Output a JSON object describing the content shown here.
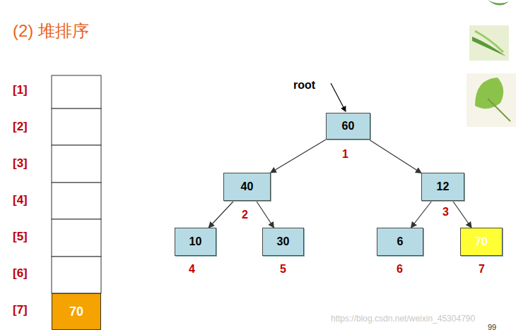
{
  "diagram": {
    "title": "(2) 堆排序",
    "nodes": [
      {
        "text": [
          "60"
        ]
      },
      {
        "text": [
          "40"
        ]
      },
      {
        "text": [
          "12"
        ]
      },
      {
        "text": [
          "10"
        ]
      },
      {
        "text": [
          "30"
        ]
      },
      {
        "text": [
          "6"
        ]
      },
      {
        "text": [
          "70"
        ]
      },
      {
        "text": [
          "70"
        ]
      }
    ],
    "edges": [
      {
        "from": 0,
        "to": 1,
        "arrow": "to"
      },
      {
        "from": 0,
        "to": 2,
        "arrow": "to"
      },
      {
        "from": 1,
        "to": 3,
        "arrow": "to"
      },
      {
        "from": 1,
        "to": 4,
        "arrow": "to"
      },
      {
        "from": 2,
        "to": 5,
        "arrow": "to"
      },
      {
        "from": 2,
        "to": 6,
        "arrow": "to"
      }
    ],
    "labels": [
      "[1]",
      "[2]",
      "[3]",
      "[4]",
      "[5]",
      "[6]",
      "[7]",
      "root",
      "1",
      "2",
      "3",
      "4",
      "5",
      "6",
      "7",
      "https://blog.csdn.net/weixin_45304790",
      "99"
    ]
  }
}
